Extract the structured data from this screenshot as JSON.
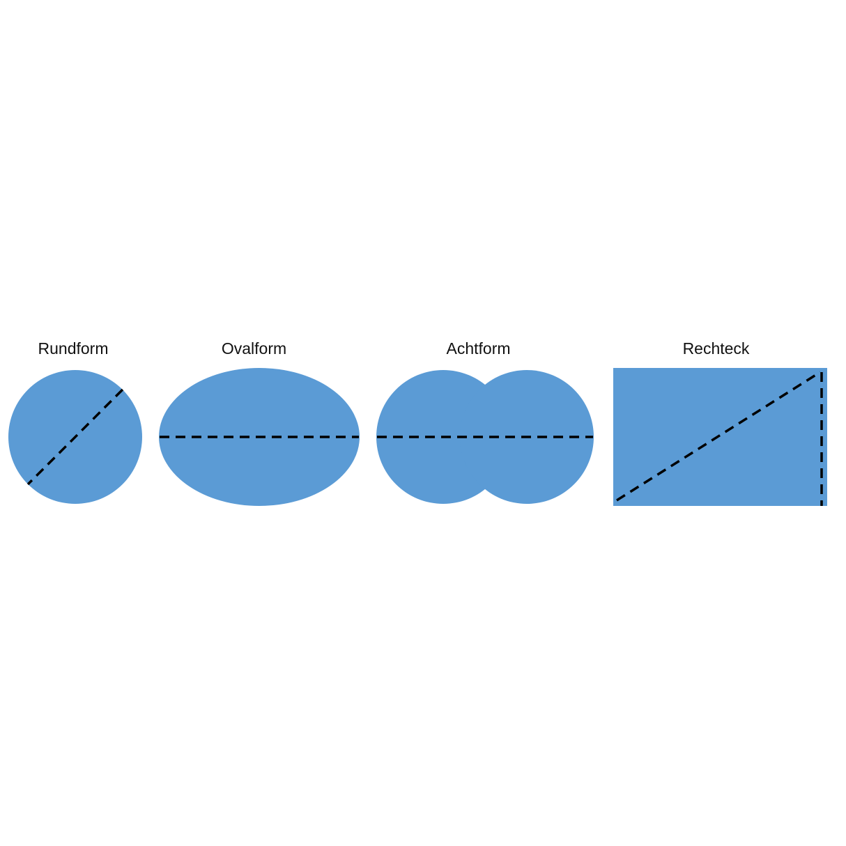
{
  "shapes": [
    {
      "id": "rund",
      "label": "Rundform"
    },
    {
      "id": "oval",
      "label": "Ovalform"
    },
    {
      "id": "acht",
      "label": "Achtform"
    },
    {
      "id": "recht",
      "label": "Rechteck"
    }
  ],
  "colors": {
    "fill": "#5b9bd5",
    "dash": "#000000",
    "background": "#ffffff",
    "text": "#111111"
  }
}
